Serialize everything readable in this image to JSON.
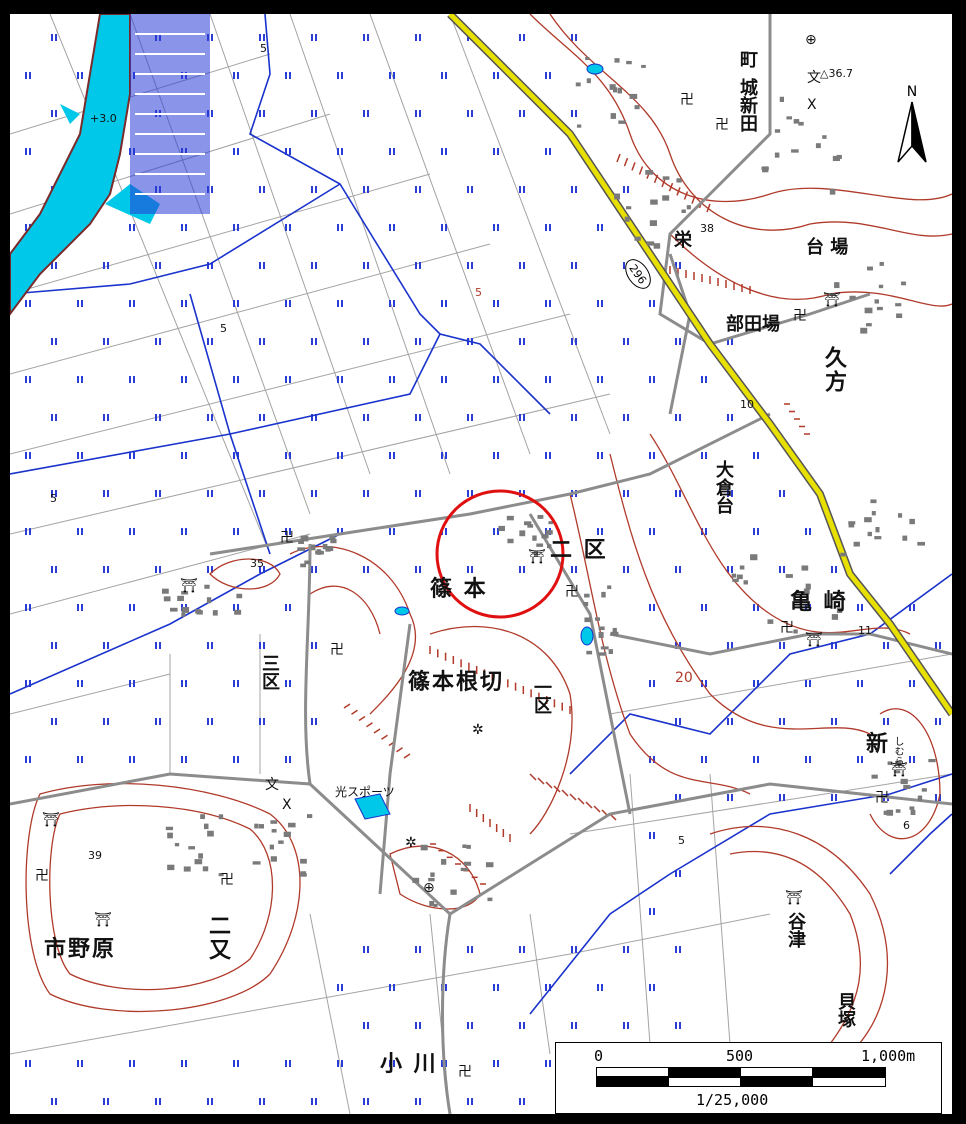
{
  "map": {
    "place_labels": [
      {
        "key": "shinoumoto",
        "text": "篠 本"
      },
      {
        "key": "shinoumoto_negiri",
        "text": "篠本根切"
      },
      {
        "key": "niku",
        "text": "二 区"
      },
      {
        "key": "ichiku",
        "text": "一区"
      },
      {
        "key": "sanku",
        "text": "三区"
      },
      {
        "key": "shiya",
        "text": "市野原"
      },
      {
        "key": "futamata",
        "text": "二又"
      },
      {
        "key": "ogawa",
        "text": "小 川"
      },
      {
        "key": "kamezaki",
        "text": "亀 崎"
      },
      {
        "key": "kugata",
        "text": "久方"
      },
      {
        "key": "ookuradai",
        "text": "大倉台"
      },
      {
        "key": "bubaba",
        "text": "部田場"
      },
      {
        "key": "daiba",
        "text": "台 場"
      },
      {
        "key": "sakae",
        "text": "栄"
      },
      {
        "key": "shiroshinden",
        "text": "城新田"
      },
      {
        "key": "machi",
        "text": "町"
      },
      {
        "key": "yatsu",
        "text": "谷津"
      },
      {
        "key": "kaizuka",
        "text": "貝塚"
      },
      {
        "key": "shin",
        "text": "新"
      },
      {
        "key": "hikari_sports",
        "text": "光スポーツ"
      },
      {
        "key": "shimura",
        "text": "しむら"
      }
    ],
    "elevations": [
      "+3.0",
      "5",
      "5",
      "5",
      "5",
      "35",
      "38",
      "10",
      "11",
      "39",
      "5",
      "6",
      "20",
      "△36.7"
    ],
    "route_label": "296",
    "north_label": "N"
  },
  "scale_bar": {
    "label_0": "0",
    "label_500": "500",
    "label_1000": "1,000m",
    "ratio": "1/25,000"
  },
  "colors": {
    "river": "#00c8e8",
    "contour": "#b03a2a",
    "road": "#999999",
    "highway": "#e8e000",
    "waterway": "#1a33cc",
    "circle": "#e01010"
  }
}
